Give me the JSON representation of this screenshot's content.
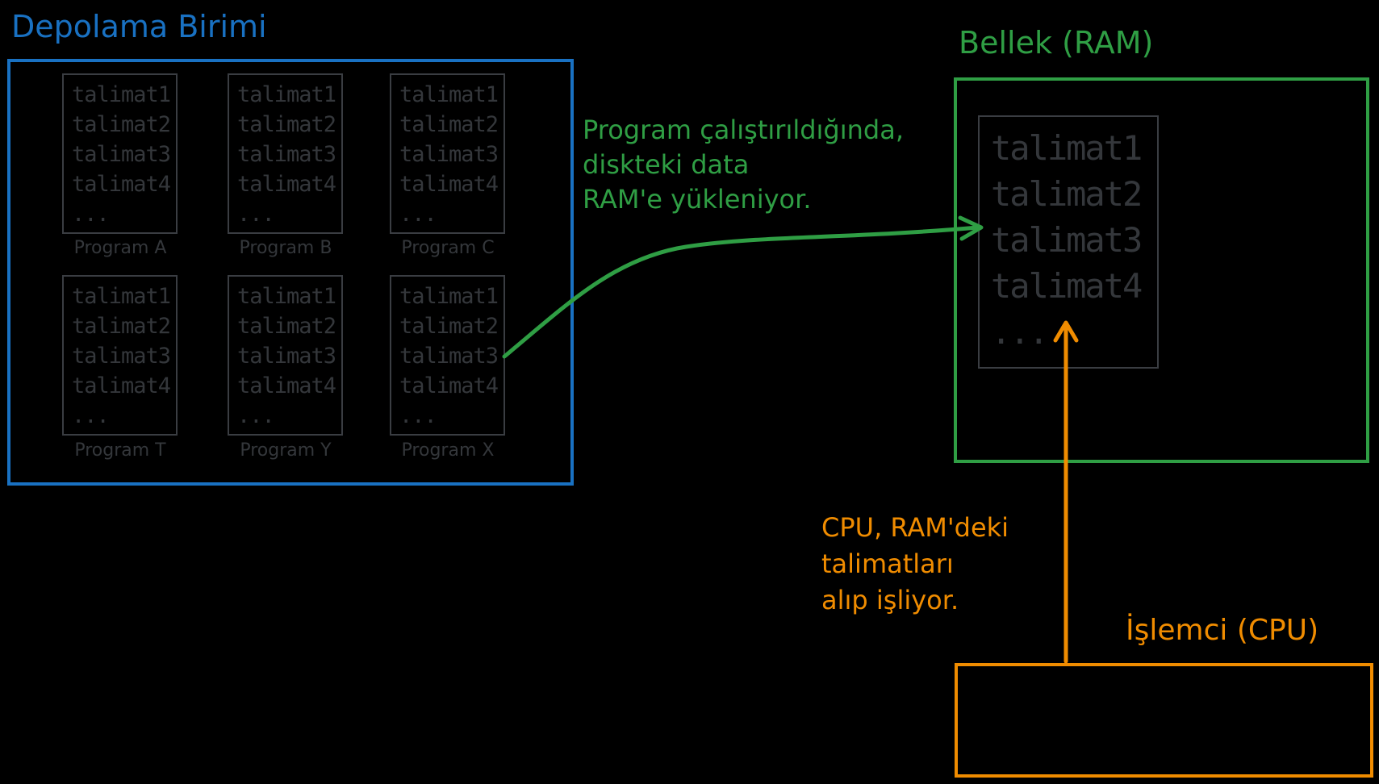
{
  "storage": {
    "title": "Depolama Birimi",
    "color": "#1971c2",
    "programs": [
      {
        "label": "Program A",
        "lines": [
          "talimat1",
          "talimat2",
          "talimat3",
          "talimat4",
          "..."
        ]
      },
      {
        "label": "Program B",
        "lines": [
          "talimat1",
          "talimat2",
          "talimat3",
          "talimat4",
          "..."
        ]
      },
      {
        "label": "Program C",
        "lines": [
          "talimat1",
          "talimat2",
          "talimat3",
          "talimat4",
          "..."
        ]
      },
      {
        "label": "Program T",
        "lines": [
          "talimat1",
          "talimat2",
          "talimat3",
          "talimat4",
          "..."
        ]
      },
      {
        "label": "Program Y",
        "lines": [
          "talimat1",
          "talimat2",
          "talimat3",
          "talimat4",
          "..."
        ]
      },
      {
        "label": "Program X",
        "lines": [
          "talimat1",
          "talimat2",
          "talimat3",
          "talimat4",
          "..."
        ]
      }
    ]
  },
  "ram": {
    "title": "Bellek (RAM)",
    "color": "#2f9e44",
    "lines": [
      "talimat1",
      "talimat2",
      "talimat3",
      "talimat4",
      "..."
    ]
  },
  "cpu": {
    "title": "İşlemci (CPU)",
    "color": "#f08c00"
  },
  "notes": {
    "load": [
      "Program çalıştırıldığında,",
      "diskteki data",
      "RAM'e yükleniyor."
    ],
    "cpu": [
      "CPU, RAM'deki",
      "talimatları",
      "alıp işliyor."
    ]
  },
  "colors": {
    "background": "#000000",
    "muted_text": "#34373b",
    "load_arrow": "#2f9e44",
    "cpu_arrow": "#f08c00"
  }
}
